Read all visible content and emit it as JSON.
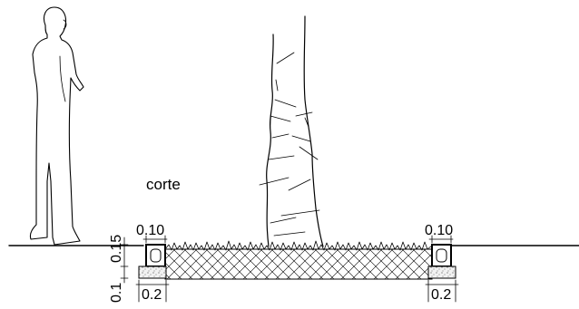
{
  "labels": {
    "section": "corte",
    "curb_width_left": "0.10",
    "curb_width_right": "0.10",
    "curb_height": "0.15",
    "base_height": "0.1",
    "base_width_left": "0.2",
    "base_width_right": "0.2"
  },
  "elements": {
    "human_figure": "standing-person-outline",
    "tree": "tree-trunk-elevation",
    "planting_bed": "hatched-soil-with-grass"
  }
}
